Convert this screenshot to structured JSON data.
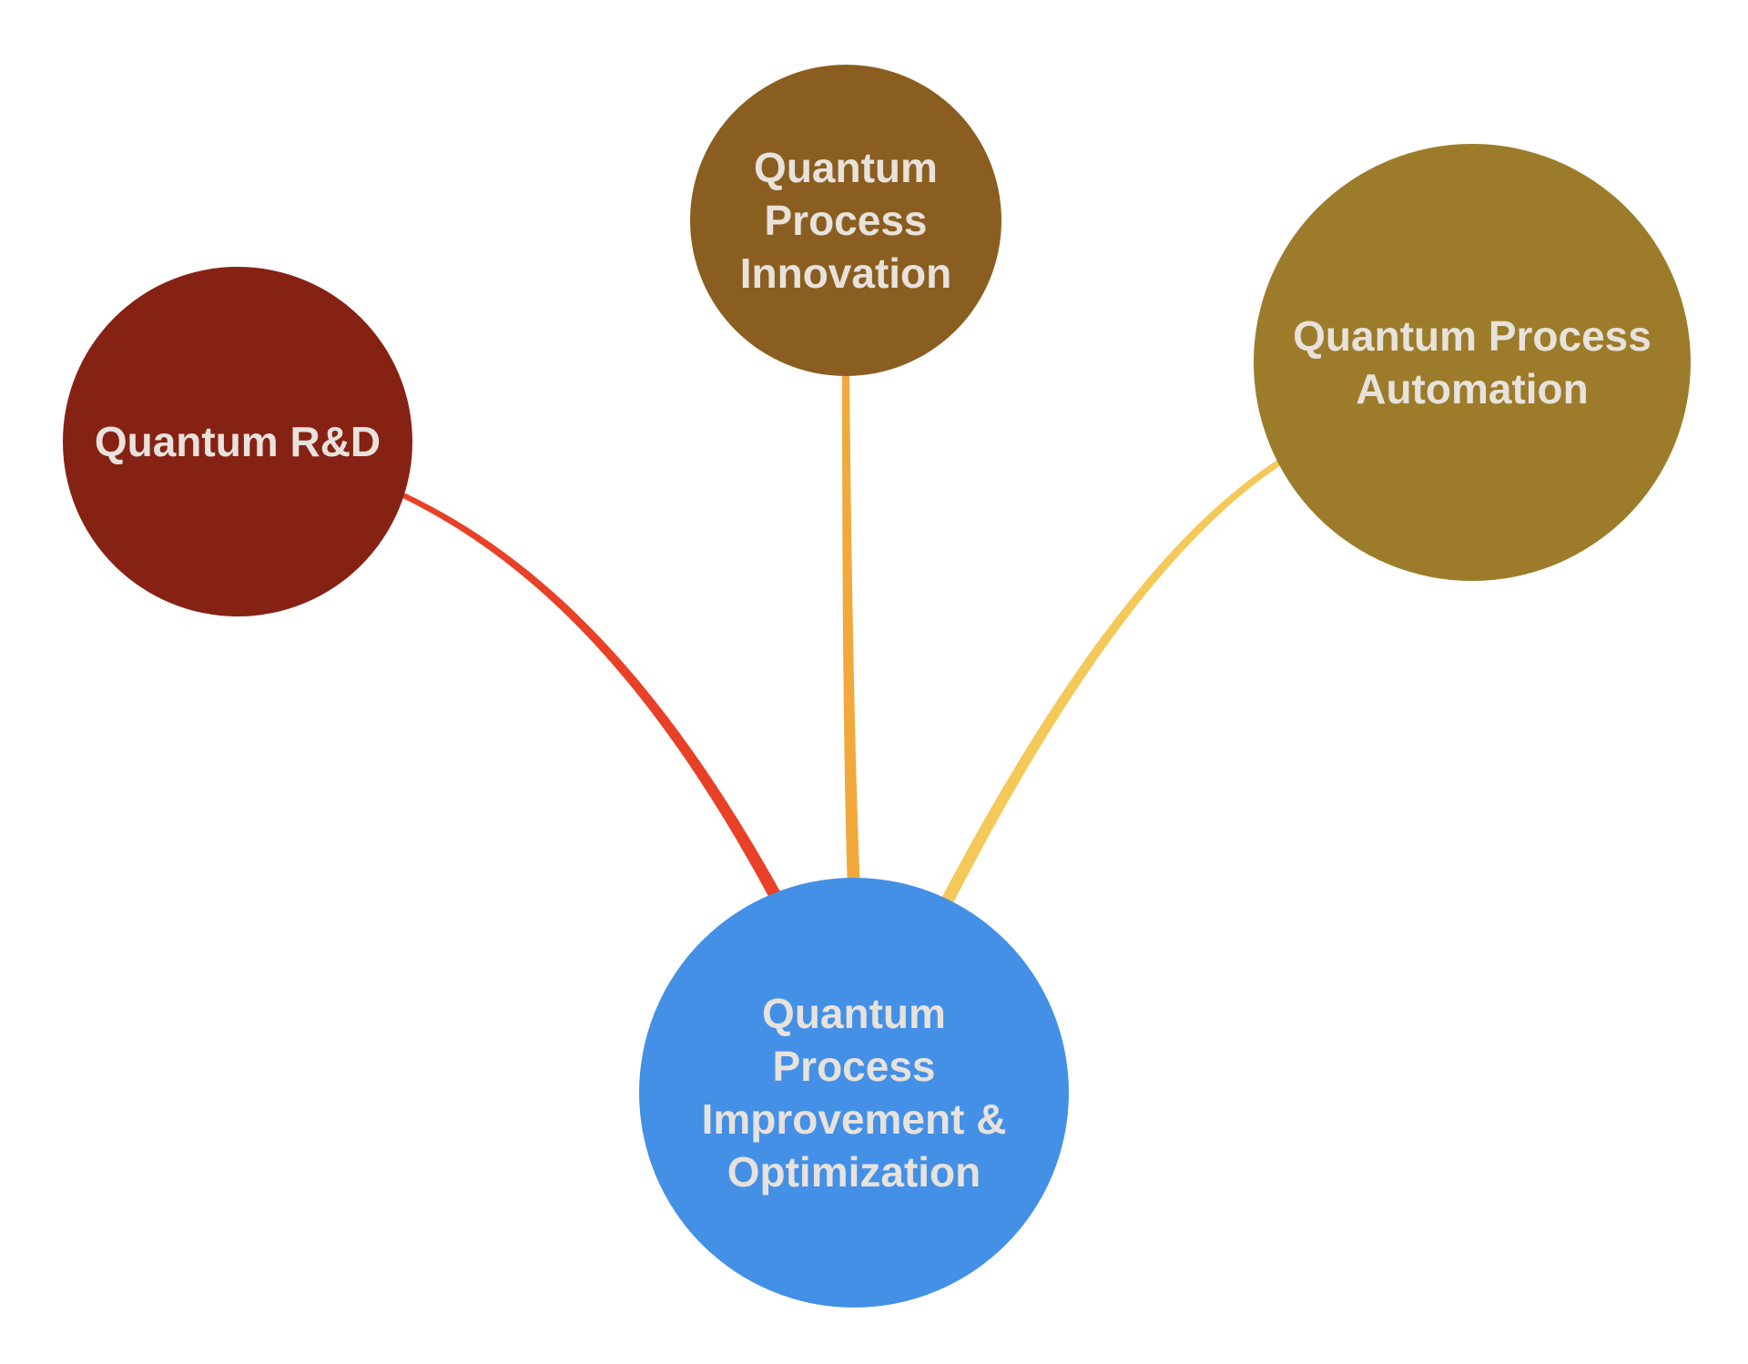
{
  "diagram": {
    "type": "mindmap",
    "root": {
      "label_lines": [
        "Quantum",
        "Process",
        "Improvement &",
        "Optimization"
      ],
      "color": "#4490e6"
    },
    "branches": [
      {
        "label_lines": [
          "Quantum R&D"
        ],
        "color": "#862214",
        "edge_color": "#e84128"
      },
      {
        "label_lines": [
          "Quantum",
          "Process",
          "Innovation"
        ],
        "color": "#8a5e20",
        "edge_color": "#f1a93c"
      },
      {
        "label_lines": [
          "Quantum Process",
          "Automation"
        ],
        "color": "#9c7c2a",
        "edge_color": "#f4c95a"
      }
    ]
  }
}
